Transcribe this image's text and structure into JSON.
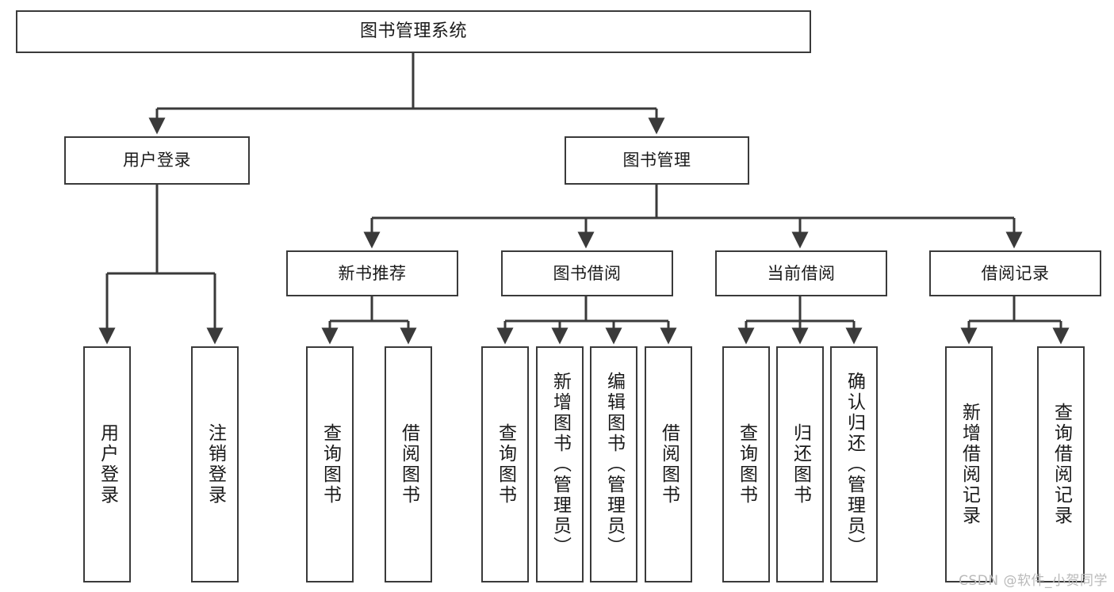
{
  "diagram": {
    "title": "图书管理系统",
    "type": "tree-hierarchy-diagram",
    "watermark": "CSDN @软件_小贺同学",
    "colors": {
      "stroke": "#3a3a3a",
      "fill": "#ffffff",
      "text": "#1a1a1a",
      "watermark": "#b9b9b9"
    },
    "nodes": {
      "root": {
        "label": "图书管理系统"
      },
      "level2": [
        {
          "id": "user-login",
          "label": "用户登录"
        },
        {
          "id": "book-manage",
          "label": "图书管理"
        }
      ],
      "level3": [
        {
          "id": "new-book-rec",
          "label": "新书推荐"
        },
        {
          "id": "book-borrow",
          "label": "图书借阅"
        },
        {
          "id": "current-borrow",
          "label": "当前借阅"
        },
        {
          "id": "borrow-record",
          "label": "借阅记录"
        }
      ],
      "leaves": {
        "user-login": [
          {
            "id": "leaf-user-login",
            "label": "用户登录"
          },
          {
            "id": "leaf-user-logout",
            "label": "注销登录"
          }
        ],
        "new-book-rec": [
          {
            "id": "leaf-query-book-1",
            "label": "查询图书"
          },
          {
            "id": "leaf-borrow-book-1",
            "label": "借阅图书"
          }
        ],
        "book-borrow": [
          {
            "id": "leaf-query-book-2",
            "label": "查询图书"
          },
          {
            "id": "leaf-add-book",
            "label": "新增图书（管理员）"
          },
          {
            "id": "leaf-edit-book",
            "label": "编辑图书（管理员）"
          },
          {
            "id": "leaf-borrow-book-2",
            "label": "借阅图书"
          }
        ],
        "current-borrow": [
          {
            "id": "leaf-query-book-3",
            "label": "查询图书"
          },
          {
            "id": "leaf-return-book",
            "label": "归还图书"
          },
          {
            "id": "leaf-confirm-return",
            "label": "确认归还（管理员）"
          }
        ],
        "borrow-record": [
          {
            "id": "leaf-add-record",
            "label": "新增借阅记录"
          },
          {
            "id": "leaf-query-record",
            "label": "查询借阅记录"
          }
        ]
      }
    }
  }
}
